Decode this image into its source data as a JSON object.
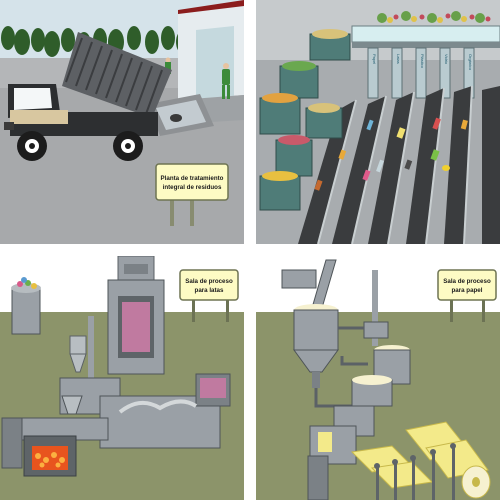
{
  "panels": {
    "waste_plant": {
      "sign_line1": "Planta de tratamiento",
      "sign_line2": "integral de residuos"
    },
    "sorting": {
      "belt_labels": [
        "Papel",
        "Latas",
        "Plástico",
        "Vidrio",
        "Orgánico"
      ]
    },
    "cans_room": {
      "sign_line1": "Sala de proceso",
      "sign_line2": "para latas"
    },
    "paper_room": {
      "sign_line1": "Sala de proceso",
      "sign_line2": "para papel"
    }
  },
  "colors": {
    "sky": "#c9dde8",
    "grass": "#8c946a",
    "machine_gray": "#9aa0a6",
    "bin_teal": "#4f7c78",
    "sign_yellow": "#fdfbc4",
    "fire": "#e8541e",
    "paper_yellow": "#f3ea8a"
  }
}
